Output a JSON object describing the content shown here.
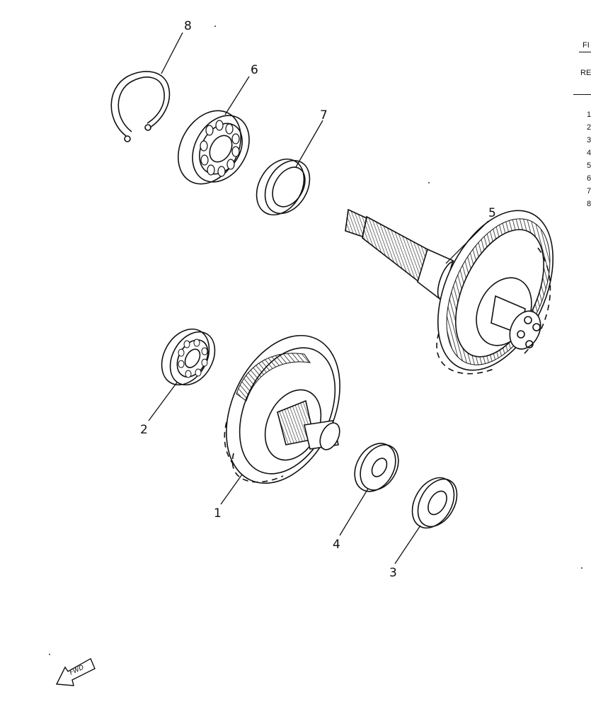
{
  "callouts": [
    "8",
    "6",
    "7",
    "5",
    "2",
    "1",
    "4",
    "3"
  ],
  "sidebar": {
    "header_1": "FI",
    "header_2": "RE",
    "numbers": [
      "1",
      "2",
      "3",
      "4",
      "5",
      "6",
      "7",
      "8"
    ]
  },
  "fwd_label": "FWD"
}
